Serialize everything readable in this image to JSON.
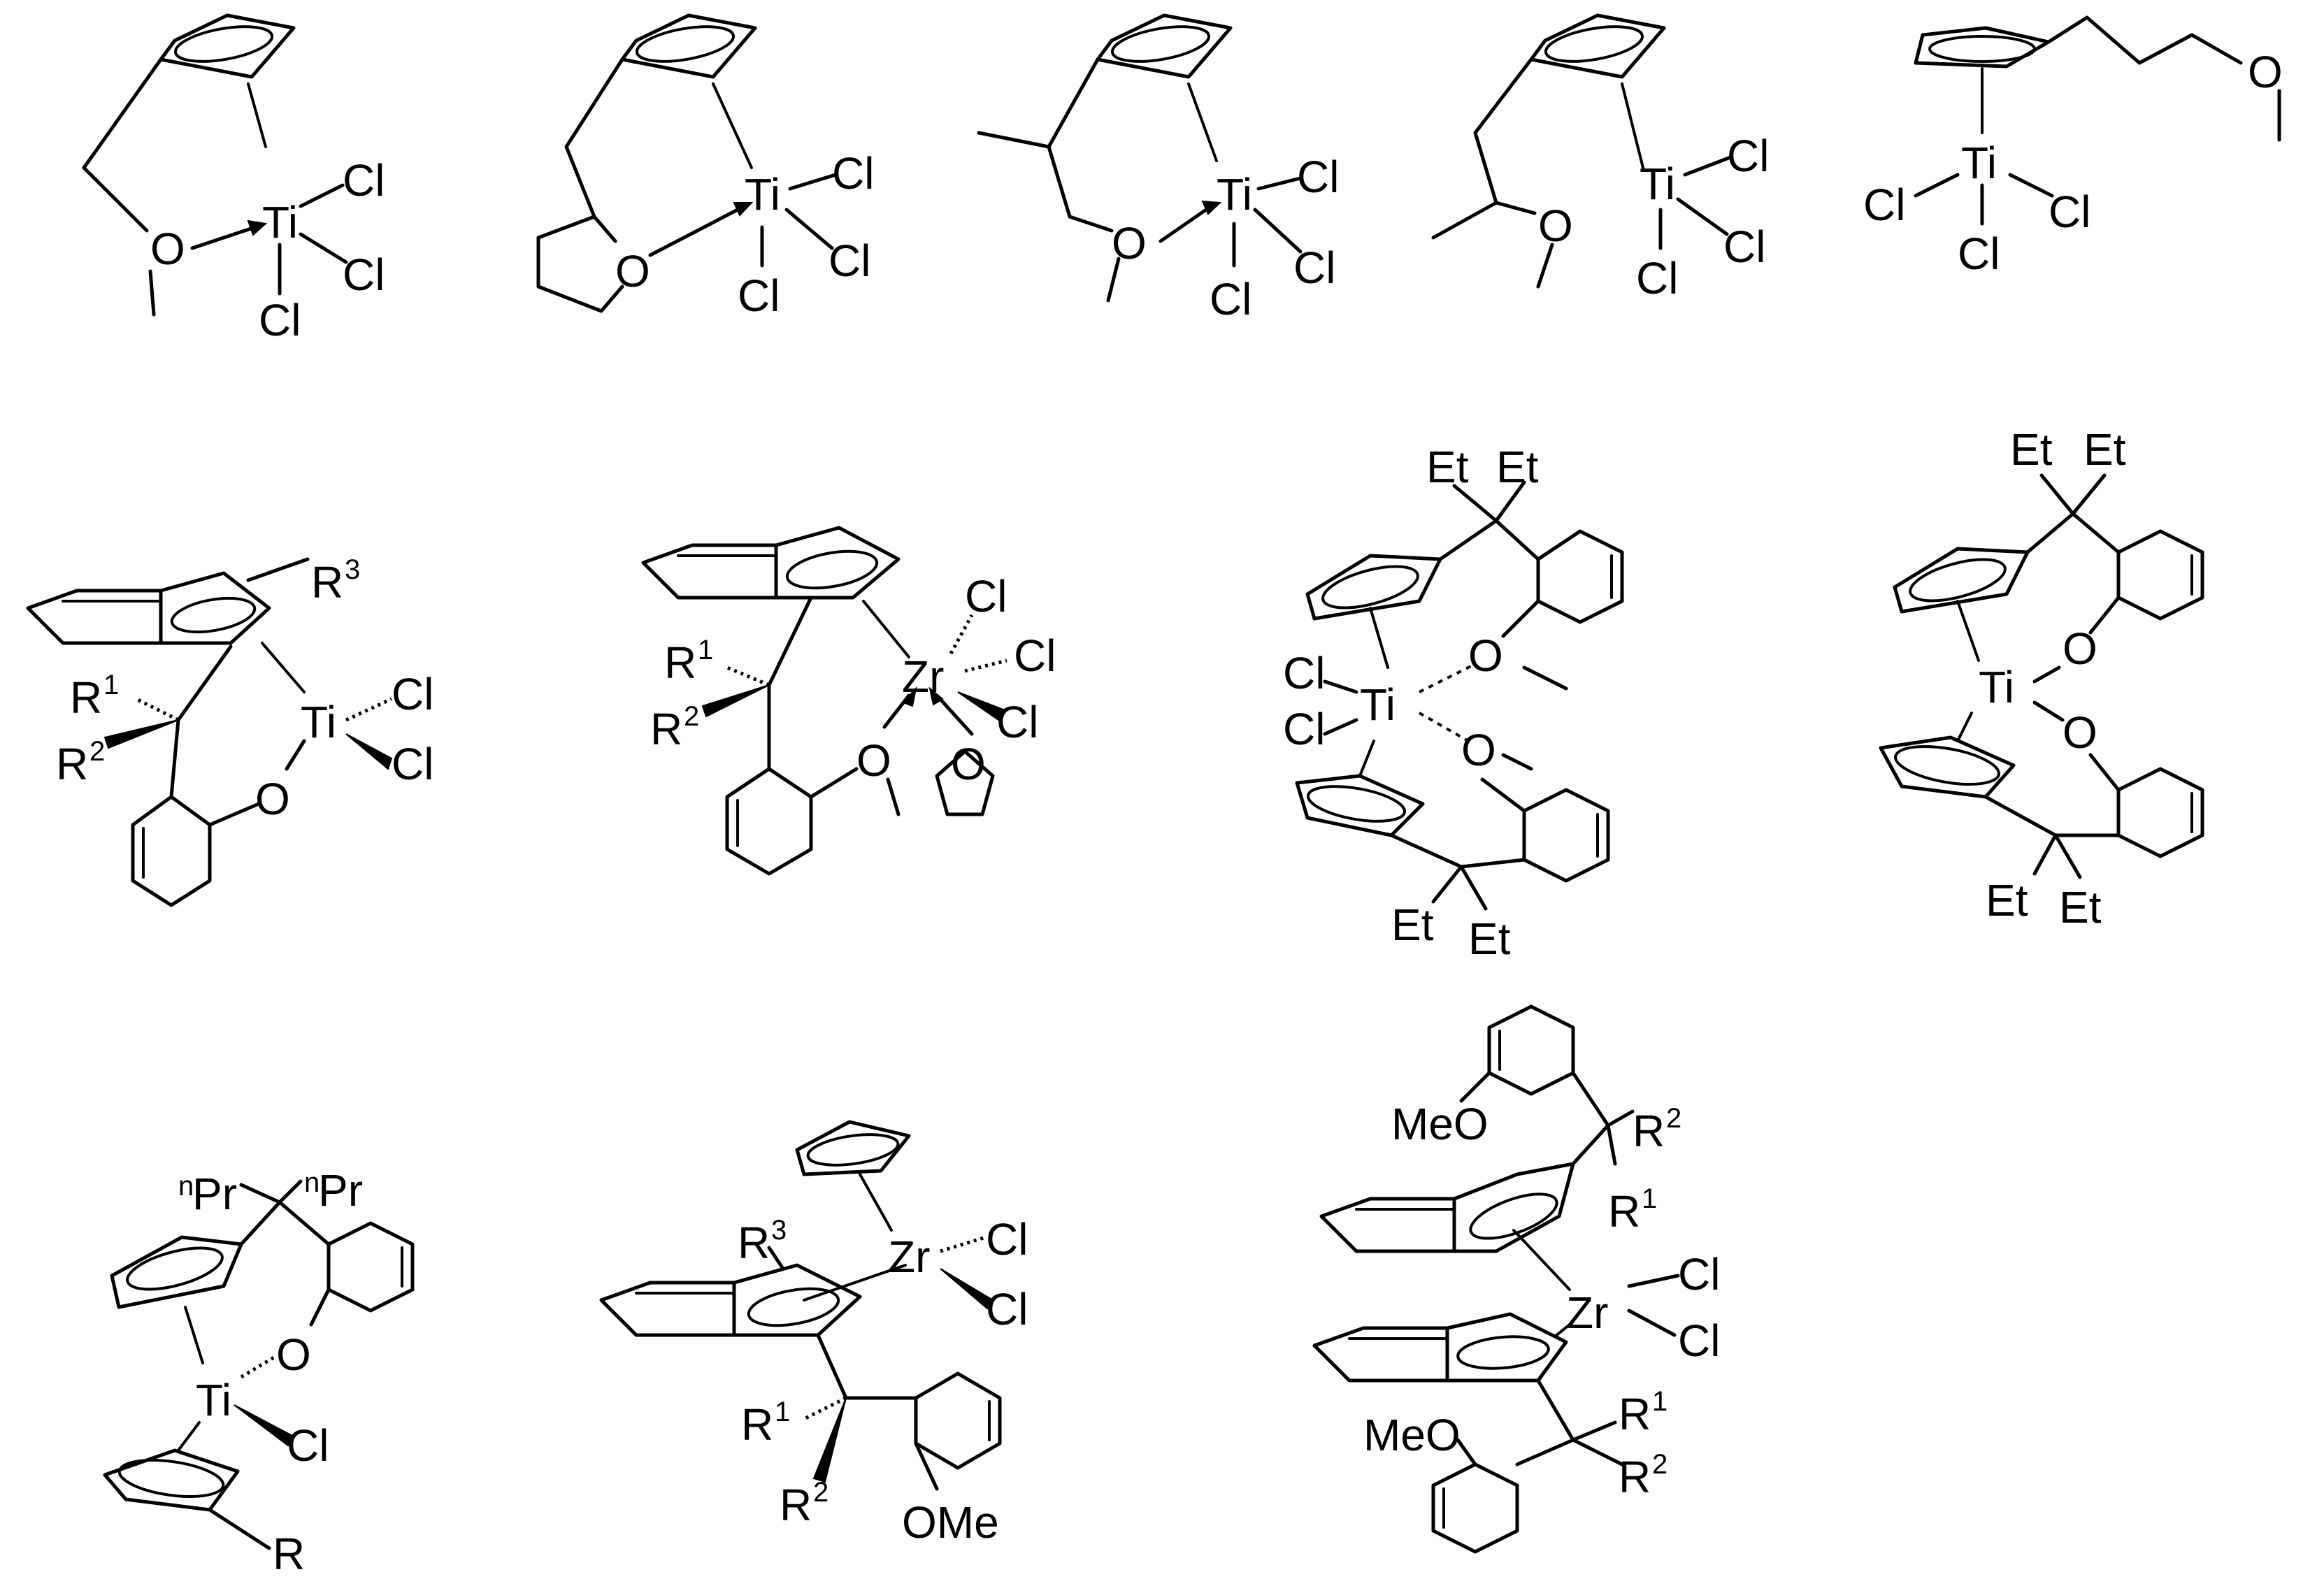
{
  "figure": {
    "rows": [
      {
        "compounds": [
          {
            "metal": "Ti",
            "ligands": [
              "Cl",
              "Cl",
              "Cl"
            ],
            "donor": "O"
          },
          {
            "metal": "Ti",
            "ligands": [
              "Cl",
              "Cl",
              "Cl"
            ],
            "donor": "O"
          },
          {
            "metal": "Ti",
            "ligands": [
              "Cl",
              "Cl",
              "Cl"
            ],
            "donor": "O"
          },
          {
            "metal": "Ti",
            "ligands": [
              "Cl",
              "Cl",
              "Cl"
            ],
            "donor": "O"
          },
          {
            "metal": "Ti",
            "ligands": [
              "Cl",
              "Cl",
              "Cl"
            ],
            "donor": "O"
          }
        ]
      },
      {
        "compounds": [
          {
            "metal": "Ti",
            "ligands": [
              "Cl",
              "Cl"
            ],
            "donor": "O",
            "substituents": [
              "R",
              "1",
              "R",
              "2",
              "R",
              "3"
            ]
          },
          {
            "metal": "Zr",
            "ligands": [
              "Cl",
              "Cl",
              "Cl"
            ],
            "donors": [
              "O",
              "O"
            ],
            "substituents": [
              "R",
              "1",
              "R",
              "2"
            ]
          },
          {
            "metal": "Ti",
            "ligands": [
              "Cl",
              "Cl"
            ],
            "donors": [
              "O",
              "O"
            ],
            "groups": [
              "Et",
              "Et",
              "Et",
              "Et"
            ]
          },
          {
            "metal": "Ti",
            "donors": [
              "O",
              "O"
            ],
            "groups": [
              "Et",
              "Et",
              "Et",
              "Et"
            ]
          }
        ]
      },
      {
        "compounds": [
          {
            "metal": "Ti",
            "ligands": [
              "Cl"
            ],
            "donor": "O",
            "groups": [
              "n",
              "Pr",
              "n",
              "Pr"
            ],
            "substituent": "R"
          },
          {
            "metal": "Zr",
            "ligands": [
              "Cl",
              "Cl"
            ],
            "groups": [
              "OMe"
            ],
            "substituents": [
              "R",
              "1",
              "R",
              "2",
              "R",
              "3"
            ]
          },
          {
            "metal": "Zr",
            "ligands": [
              "Cl",
              "Cl"
            ],
            "groups": [
              "MeO",
              "MeO"
            ],
            "substituents": [
              "R",
              "1",
              "R",
              "2",
              "R",
              "1",
              "R",
              "2"
            ]
          }
        ]
      }
    ]
  }
}
